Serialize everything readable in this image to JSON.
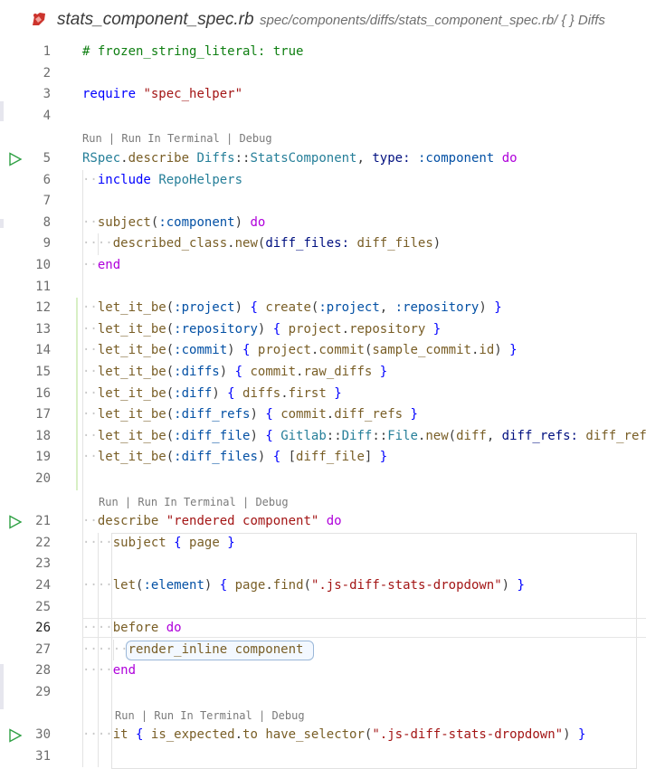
{
  "tab": {
    "file_name": "stats_component_spec.rb",
    "path": "spec/components/diffs/stats_component_spec.rb/ { } Diffs"
  },
  "codelens": {
    "run": "Run",
    "sep": " | ",
    "run_in_terminal": "Run In Terminal",
    "debug": "Debug"
  },
  "lines": [
    {
      "n": "1",
      "code": [
        [
          "t-comment",
          "# frozen_string_literal: true"
        ]
      ]
    },
    {
      "n": "2",
      "code": []
    },
    {
      "n": "3",
      "code": [
        [
          "t-blue",
          "require"
        ],
        [
          "t-plain",
          " "
        ],
        [
          "t-str",
          "\"spec_helper\""
        ]
      ]
    },
    {
      "n": "4",
      "code": []
    },
    {
      "n": "5",
      "code": [
        [
          "t-type",
          "RSpec"
        ],
        [
          "t-plain",
          "."
        ],
        [
          "t-fn",
          "describe"
        ],
        [
          "t-plain",
          " "
        ],
        [
          "t-type",
          "Diffs"
        ],
        [
          "t-plain",
          "::"
        ],
        [
          "t-type",
          "StatsComponent"
        ],
        [
          "t-plain",
          ", "
        ],
        [
          "t-var",
          "type:"
        ],
        [
          "t-plain",
          " "
        ],
        [
          "t-sym",
          ":component"
        ],
        [
          "t-plain",
          " "
        ],
        [
          "t-kw",
          "do"
        ]
      ]
    },
    {
      "n": "6",
      "code": [
        [
          "t-plain",
          "  "
        ],
        [
          "t-blue",
          "include"
        ],
        [
          "t-plain",
          " "
        ],
        [
          "t-type",
          "RepoHelpers"
        ]
      ]
    },
    {
      "n": "7",
      "code": []
    },
    {
      "n": "8",
      "code": [
        [
          "t-plain",
          "  "
        ],
        [
          "t-fn",
          "subject"
        ],
        [
          "t-plain",
          "("
        ],
        [
          "t-sym",
          ":component"
        ],
        [
          "t-plain",
          ") "
        ],
        [
          "t-kw",
          "do"
        ]
      ]
    },
    {
      "n": "9",
      "code": [
        [
          "t-plain",
          "    "
        ],
        [
          "t-fn",
          "described_class"
        ],
        [
          "t-plain",
          "."
        ],
        [
          "t-fn",
          "new"
        ],
        [
          "t-plain",
          "("
        ],
        [
          "t-var",
          "diff_files:"
        ],
        [
          "t-plain",
          " "
        ],
        [
          "t-fn",
          "diff_files"
        ],
        [
          "t-plain",
          ")"
        ]
      ]
    },
    {
      "n": "10",
      "code": [
        [
          "t-plain",
          "  "
        ],
        [
          "t-kw",
          "end"
        ]
      ]
    },
    {
      "n": "11",
      "code": []
    },
    {
      "n": "12",
      "code": [
        [
          "t-plain",
          "  "
        ],
        [
          "t-fn",
          "let_it_be"
        ],
        [
          "t-plain",
          "("
        ],
        [
          "t-sym",
          ":project"
        ],
        [
          "t-plain",
          ") "
        ],
        [
          "t-blue",
          "{"
        ],
        [
          "t-plain",
          " "
        ],
        [
          "t-fn",
          "create"
        ],
        [
          "t-plain",
          "("
        ],
        [
          "t-sym",
          ":project"
        ],
        [
          "t-plain",
          ", "
        ],
        [
          "t-sym",
          ":repository"
        ],
        [
          "t-plain",
          ") "
        ],
        [
          "t-blue",
          "}"
        ]
      ]
    },
    {
      "n": "13",
      "code": [
        [
          "t-plain",
          "  "
        ],
        [
          "t-fn",
          "let_it_be"
        ],
        [
          "t-plain",
          "("
        ],
        [
          "t-sym",
          ":repository"
        ],
        [
          "t-plain",
          ") "
        ],
        [
          "t-blue",
          "{"
        ],
        [
          "t-plain",
          " "
        ],
        [
          "t-fn",
          "project"
        ],
        [
          "t-plain",
          "."
        ],
        [
          "t-fn",
          "repository"
        ],
        [
          "t-plain",
          " "
        ],
        [
          "t-blue",
          "}"
        ]
      ]
    },
    {
      "n": "14",
      "code": [
        [
          "t-plain",
          "  "
        ],
        [
          "t-fn",
          "let_it_be"
        ],
        [
          "t-plain",
          "("
        ],
        [
          "t-sym",
          ":commit"
        ],
        [
          "t-plain",
          ") "
        ],
        [
          "t-blue",
          "{"
        ],
        [
          "t-plain",
          " "
        ],
        [
          "t-fn",
          "project"
        ],
        [
          "t-plain",
          "."
        ],
        [
          "t-fn",
          "commit"
        ],
        [
          "t-plain",
          "("
        ],
        [
          "t-fn",
          "sample_commit"
        ],
        [
          "t-plain",
          "."
        ],
        [
          "t-fn",
          "id"
        ],
        [
          "t-plain",
          ") "
        ],
        [
          "t-blue",
          "}"
        ]
      ]
    },
    {
      "n": "15",
      "code": [
        [
          "t-plain",
          "  "
        ],
        [
          "t-fn",
          "let_it_be"
        ],
        [
          "t-plain",
          "("
        ],
        [
          "t-sym",
          ":diffs"
        ],
        [
          "t-plain",
          ") "
        ],
        [
          "t-blue",
          "{"
        ],
        [
          "t-plain",
          " "
        ],
        [
          "t-fn",
          "commit"
        ],
        [
          "t-plain",
          "."
        ],
        [
          "t-fn",
          "raw_diffs"
        ],
        [
          "t-plain",
          " "
        ],
        [
          "t-blue",
          "}"
        ]
      ]
    },
    {
      "n": "16",
      "code": [
        [
          "t-plain",
          "  "
        ],
        [
          "t-fn",
          "let_it_be"
        ],
        [
          "t-plain",
          "("
        ],
        [
          "t-sym",
          ":diff"
        ],
        [
          "t-plain",
          ") "
        ],
        [
          "t-blue",
          "{"
        ],
        [
          "t-plain",
          " "
        ],
        [
          "t-fn",
          "diffs"
        ],
        [
          "t-plain",
          "."
        ],
        [
          "t-fn",
          "first"
        ],
        [
          "t-plain",
          " "
        ],
        [
          "t-blue",
          "}"
        ]
      ]
    },
    {
      "n": "17",
      "code": [
        [
          "t-plain",
          "  "
        ],
        [
          "t-fn",
          "let_it_be"
        ],
        [
          "t-plain",
          "("
        ],
        [
          "t-sym",
          ":diff_refs"
        ],
        [
          "t-plain",
          ") "
        ],
        [
          "t-blue",
          "{"
        ],
        [
          "t-plain",
          " "
        ],
        [
          "t-fn",
          "commit"
        ],
        [
          "t-plain",
          "."
        ],
        [
          "t-fn",
          "diff_refs"
        ],
        [
          "t-plain",
          " "
        ],
        [
          "t-blue",
          "}"
        ]
      ]
    },
    {
      "n": "18",
      "code": [
        [
          "t-plain",
          "  "
        ],
        [
          "t-fn",
          "let_it_be"
        ],
        [
          "t-plain",
          "("
        ],
        [
          "t-sym",
          ":diff_file"
        ],
        [
          "t-plain",
          ") "
        ],
        [
          "t-blue",
          "{"
        ],
        [
          "t-plain",
          " "
        ],
        [
          "t-type",
          "Gitlab"
        ],
        [
          "t-plain",
          "::"
        ],
        [
          "t-type",
          "Diff"
        ],
        [
          "t-plain",
          "::"
        ],
        [
          "t-type",
          "File"
        ],
        [
          "t-plain",
          "."
        ],
        [
          "t-fn",
          "new"
        ],
        [
          "t-plain",
          "("
        ],
        [
          "t-fn",
          "diff"
        ],
        [
          "t-plain",
          ", "
        ],
        [
          "t-var",
          "diff_refs:"
        ],
        [
          "t-plain",
          " "
        ],
        [
          "t-fn",
          "diff_refs"
        ]
      ]
    },
    {
      "n": "19",
      "code": [
        [
          "t-plain",
          "  "
        ],
        [
          "t-fn",
          "let_it_be"
        ],
        [
          "t-plain",
          "("
        ],
        [
          "t-sym",
          ":diff_files"
        ],
        [
          "t-plain",
          ") "
        ],
        [
          "t-blue",
          "{"
        ],
        [
          "t-plain",
          " ["
        ],
        [
          "t-fn",
          "diff_file"
        ],
        [
          "t-plain",
          "] "
        ],
        [
          "t-blue",
          "}"
        ]
      ]
    },
    {
      "n": "20",
      "code": []
    },
    {
      "n": "21",
      "code": [
        [
          "t-plain",
          "  "
        ],
        [
          "t-fn",
          "describe"
        ],
        [
          "t-plain",
          " "
        ],
        [
          "t-str",
          "\"rendered component\""
        ],
        [
          "t-plain",
          " "
        ],
        [
          "t-kw",
          "do"
        ]
      ]
    },
    {
      "n": "22",
      "code": [
        [
          "t-plain",
          "    "
        ],
        [
          "t-fn",
          "subject"
        ],
        [
          "t-plain",
          " "
        ],
        [
          "t-blue",
          "{"
        ],
        [
          "t-plain",
          " "
        ],
        [
          "t-fn",
          "page"
        ],
        [
          "t-plain",
          " "
        ],
        [
          "t-blue",
          "}"
        ]
      ]
    },
    {
      "n": "23",
      "code": []
    },
    {
      "n": "24",
      "code": [
        [
          "t-plain",
          "    "
        ],
        [
          "t-fn",
          "let"
        ],
        [
          "t-plain",
          "("
        ],
        [
          "t-sym",
          ":element"
        ],
        [
          "t-plain",
          ") "
        ],
        [
          "t-blue",
          "{"
        ],
        [
          "t-plain",
          " "
        ],
        [
          "t-fn",
          "page"
        ],
        [
          "t-plain",
          "."
        ],
        [
          "t-fn",
          "find"
        ],
        [
          "t-plain",
          "("
        ],
        [
          "t-str",
          "\".js-diff-stats-dropdown\""
        ],
        [
          "t-plain",
          ") "
        ],
        [
          "t-blue",
          "}"
        ]
      ]
    },
    {
      "n": "25",
      "code": []
    },
    {
      "n": "26",
      "code": [
        [
          "t-plain",
          "    "
        ],
        [
          "t-fn",
          "before"
        ],
        [
          "t-plain",
          " "
        ],
        [
          "t-kw",
          "do"
        ]
      ]
    },
    {
      "n": "27",
      "code": [
        [
          "t-plain",
          "      "
        ],
        [
          "t-fn",
          "render_inline"
        ],
        [
          "t-plain",
          " "
        ],
        [
          "t-fn",
          "component"
        ]
      ]
    },
    {
      "n": "28",
      "code": [
        [
          "t-plain",
          "    "
        ],
        [
          "t-kw",
          "end"
        ]
      ]
    },
    {
      "n": "29",
      "code": []
    },
    {
      "n": "30",
      "code": [
        [
          "t-plain",
          "    "
        ],
        [
          "t-fn",
          "it"
        ],
        [
          "t-plain",
          " "
        ],
        [
          "t-blue",
          "{"
        ],
        [
          "t-plain",
          " "
        ],
        [
          "t-fn",
          "is_expected"
        ],
        [
          "t-plain",
          "."
        ],
        [
          "t-fn",
          "to"
        ],
        [
          "t-plain",
          " "
        ],
        [
          "t-fn",
          "have_selector"
        ],
        [
          "t-plain",
          "("
        ],
        [
          "t-str",
          "\".js-diff-stats-dropdown\""
        ],
        [
          "t-plain",
          ") "
        ],
        [
          "t-blue",
          "}"
        ]
      ]
    },
    {
      "n": "31",
      "code": []
    }
  ],
  "colors": {
    "comment": "#0f7f12",
    "keyword": "#af00db",
    "string": "#a31515",
    "function": "#795e26",
    "symbol": "#0451a5",
    "type": "#267f99",
    "run_icon": "#2ea043",
    "ruby_icon": "#cc342d"
  },
  "icons": {
    "file": "ruby-file-icon",
    "run": "run-test-icon"
  }
}
